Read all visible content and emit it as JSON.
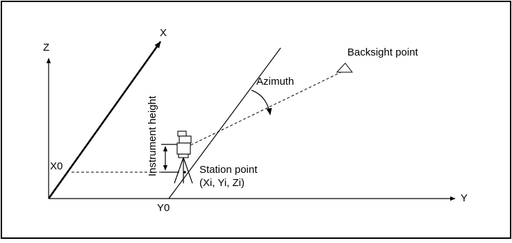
{
  "labels": {
    "axis_x": "X",
    "axis_y": "Y",
    "axis_z": "Z",
    "x0": "X0",
    "y0": "Y0",
    "azimuth": "Azimuth",
    "backsight_point": "Backsight point",
    "instrument_height": "Instrument height",
    "station_point": "Station point",
    "station_coords": "(Xi, Yi, Zi)"
  },
  "colors": {
    "line": "#000000",
    "background": "#ffffff"
  }
}
